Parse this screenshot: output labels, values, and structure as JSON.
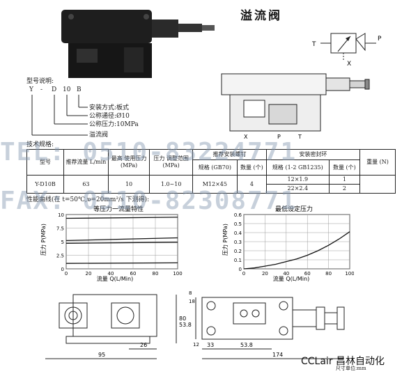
{
  "header": {
    "title": "溢流阀"
  },
  "symbol": {
    "port_t": "T",
    "port_p": "P",
    "port_x": "X"
  },
  "section": {
    "port_x": "X",
    "port_p": "P",
    "port_t": "T"
  },
  "model_code": {
    "heading": "型号说明:",
    "code_chars": [
      "Y",
      "-",
      "D",
      "10",
      "B"
    ],
    "lines": [
      "安装方式:板式",
      "公称通径:Ø10",
      "公称压力:10MPa",
      "溢流阀"
    ]
  },
  "spec": {
    "heading": "技术规格:",
    "headers": {
      "model": "型号",
      "flow": "推荐流量 L/min",
      "max_pressure": "最高 使用压力 (MPa)",
      "adj_range": "压力 调整范围 (MPa)",
      "bolt_group": "推荐安装螺钉",
      "bolt_spec": "规格 (GB70)",
      "bolt_qty": "数量 (个)",
      "seal_group": "安装密封环",
      "seal_spec": "规格 (1-2 GB1235)",
      "seal_qty": "数量 (个)",
      "weight": "重量 (N)"
    },
    "row": {
      "model": "Y-D10B",
      "flow": "63",
      "max_pressure": "10",
      "adj_range": "1.0~10",
      "bolt_spec": "M12×45",
      "bolt_qty": "4",
      "weight": ""
    },
    "seals": [
      {
        "spec": "12×1.9",
        "qty": "1"
      },
      {
        "spec": "22×2.4",
        "qty": "2"
      }
    ]
  },
  "perf_heading": "性能曲线(在 t=50℃,υ=20mm²/s 下测得):",
  "chart_data": [
    {
      "type": "line",
      "title": "等压力一流量特性",
      "xlabel": "流量 Q(L/Min)",
      "ylabel": "压力 P(MPa)",
      "x_ticks": [
        "0",
        "20",
        "40",
        "60",
        "80",
        "100"
      ],
      "y_ticks": [
        "0",
        "2.5",
        "5",
        "7.5",
        "10"
      ],
      "xlim": [
        0,
        100
      ],
      "ylim": [
        0,
        10
      ],
      "series": [
        {
          "x": [
            0,
            100
          ],
          "y": [
            9.3,
            9.5
          ]
        },
        {
          "x": [
            0,
            100
          ],
          "y": [
            5.2,
            5.7
          ]
        },
        {
          "x": [
            0,
            100
          ],
          "y": [
            4.7,
            4.9
          ]
        },
        {
          "x": [
            0,
            100
          ],
          "y": [
            1.0,
            1.1
          ]
        }
      ]
    },
    {
      "type": "line",
      "title": "最低设定压力",
      "xlabel": "流量 Q(L/Min)",
      "ylabel": "压力 P(MPa)",
      "x_ticks": [
        "0",
        "20",
        "40",
        "60",
        "80",
        "100"
      ],
      "y_ticks": [
        "0",
        "0.1",
        "0.2",
        "0.3",
        "0.4",
        "0.5",
        "0.6"
      ],
      "xlim": [
        0,
        100
      ],
      "ylim": [
        0,
        0.6
      ],
      "series": [
        {
          "x": [
            0,
            10,
            20,
            30,
            40,
            50,
            60,
            70,
            80,
            90,
            100
          ],
          "y": [
            0,
            0.01,
            0.03,
            0.05,
            0.08,
            0.11,
            0.15,
            0.2,
            0.26,
            0.33,
            0.41
          ]
        }
      ]
    }
  ],
  "dims": {
    "d95": "95",
    "d26": "26",
    "d33": "33",
    "d538_w": "53.8",
    "d174": "174",
    "d80": "80",
    "d538_h": "53.8",
    "d8": "8",
    "d18": "18",
    "d12": "12",
    "unit": "尺寸单位:mm"
  },
  "watermark": {
    "line1": "TEL: 0510-83224771",
    "line2": "FAX: 0510-82308771"
  },
  "brand": "CCLair 昌林自动化"
}
